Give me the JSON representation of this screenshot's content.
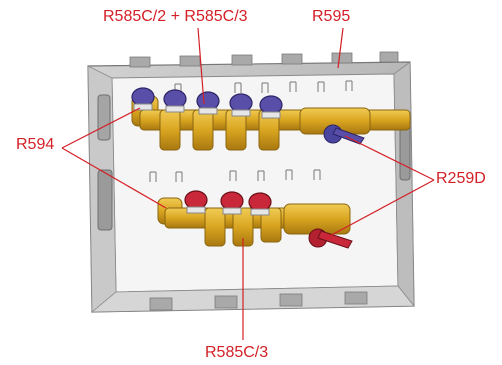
{
  "labels": {
    "top_valves": "R585C/2 + R585C/3",
    "box": "R595",
    "elbow": "R594",
    "ball_valve": "R259D",
    "bottom_valves": "R585C/3"
  },
  "colors": {
    "label": "#d42027",
    "leader": "#d42027",
    "brass": "#d9a520",
    "blue_cap": "#5a4fa8",
    "red_cap": "#c8283a",
    "box_frame": "#b9b9b9",
    "box_interior": "#f4f4f4"
  }
}
